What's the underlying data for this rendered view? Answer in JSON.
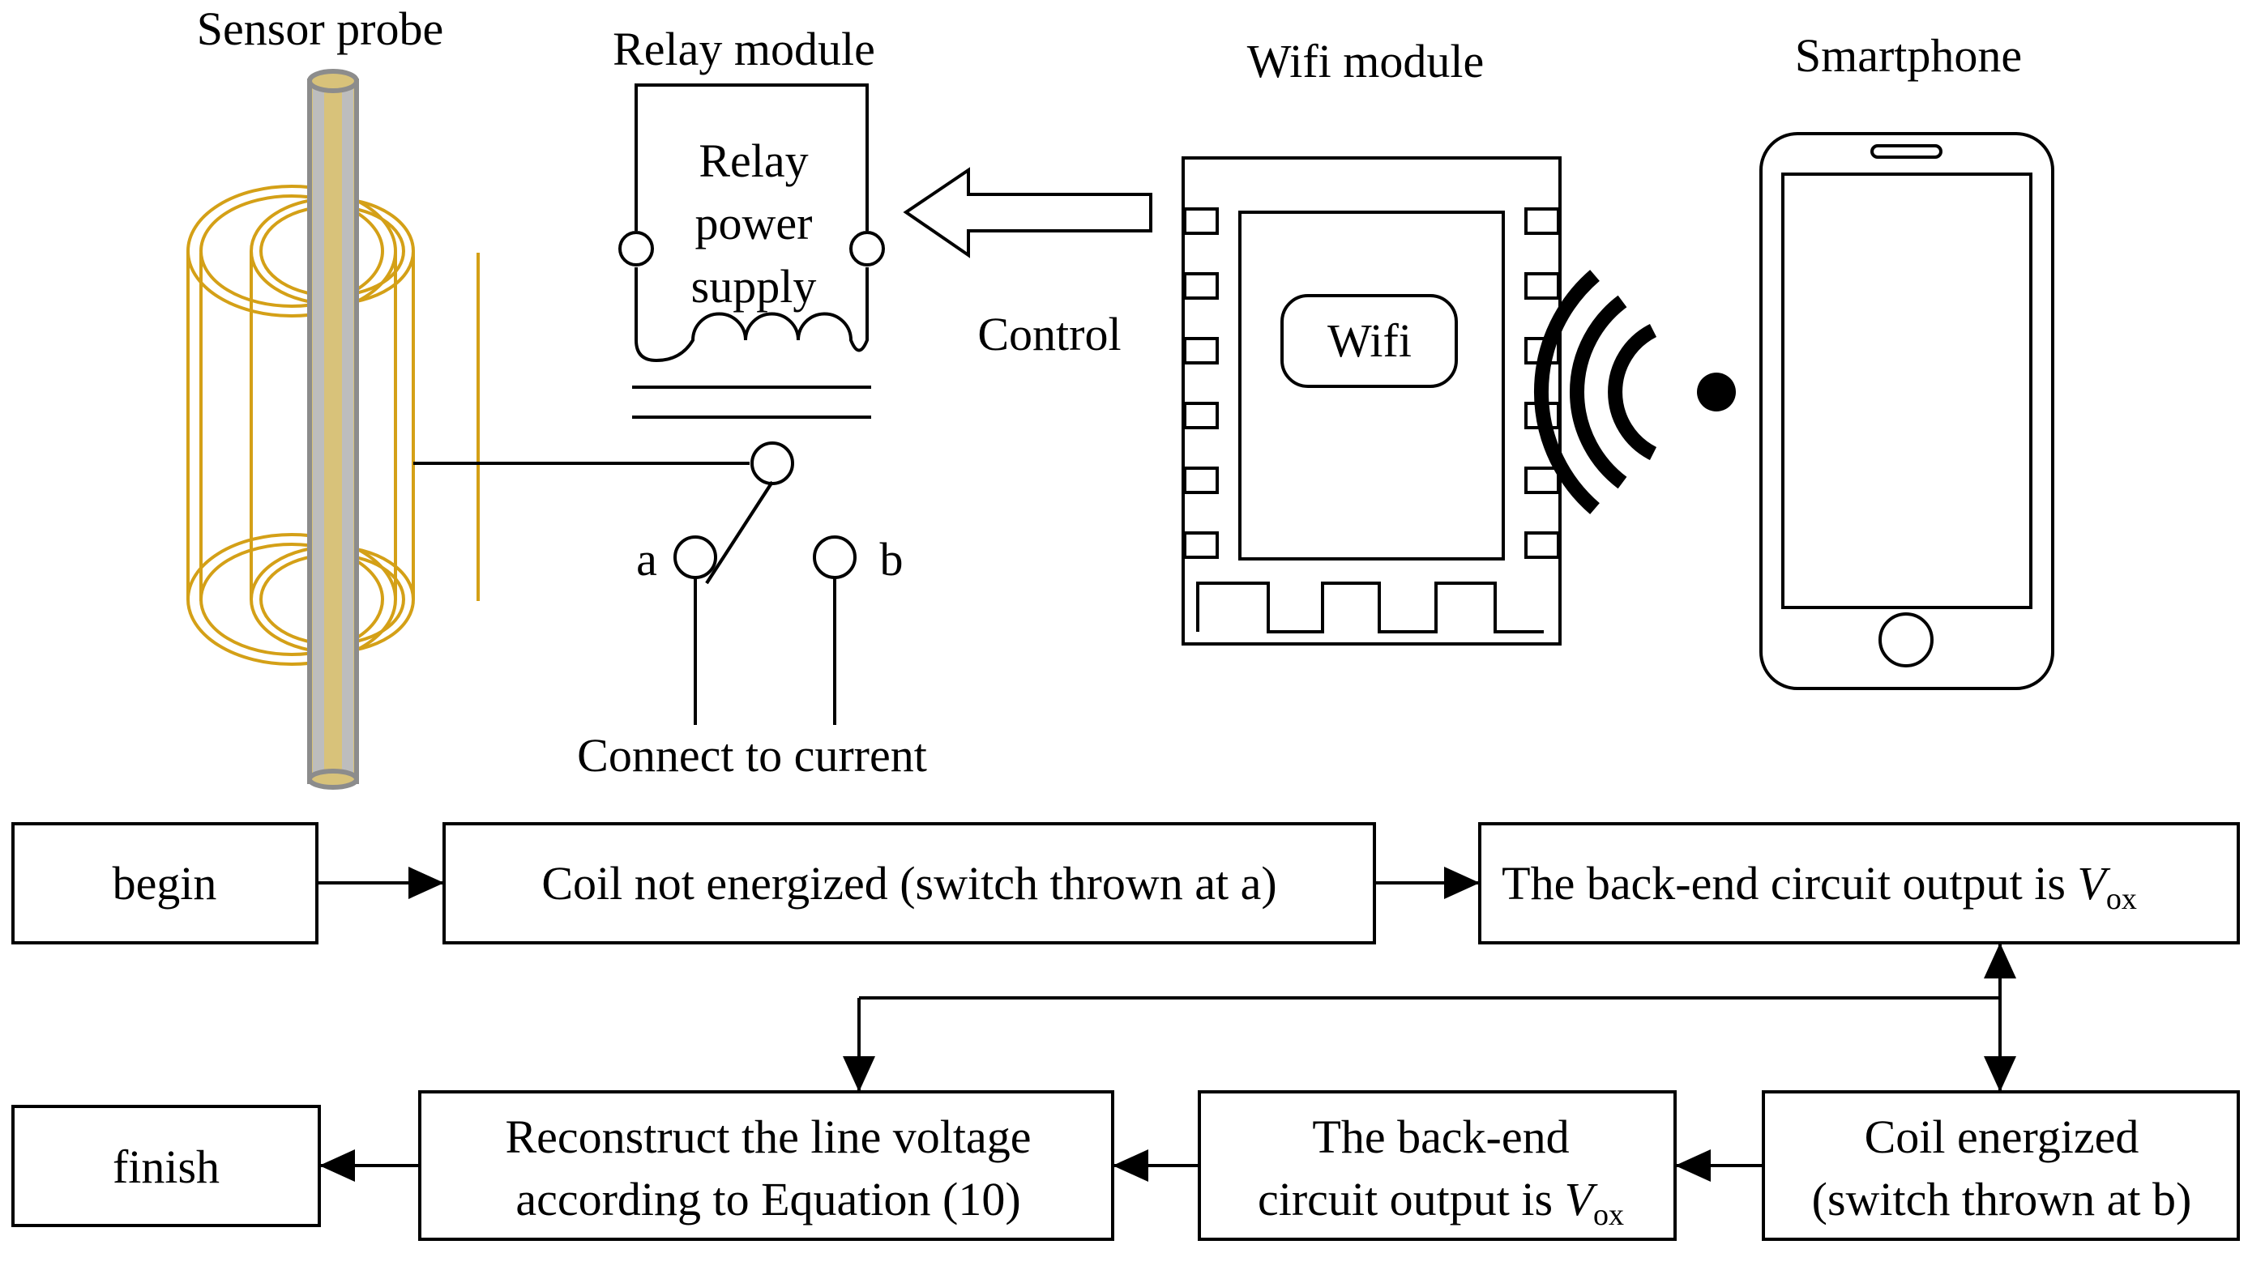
{
  "labels": {
    "sensor_probe": "Sensor probe",
    "relay_module": "Relay module",
    "wifi_module": "Wifi module",
    "smartphone": "Smartphone",
    "relay_line1": "Relay",
    "relay_line2": "power",
    "relay_line3": "supply",
    "control": "Control",
    "wifi_chip": "Wifi",
    "switch_a": "a",
    "switch_b": "b",
    "connect_current": "Connect to current"
  },
  "flow": {
    "begin": "begin",
    "coil_not_energized": "Coil not energized (switch thrown at a)",
    "backend_output_1": "The back-end circuit output is ",
    "vox_symbol": "V",
    "vox_sub": "ox",
    "coil_energized_line1": "Coil energized",
    "coil_energized_line2": "(switch thrown at b)",
    "backend_output_2_line1": "The back-end",
    "backend_output_2_line2": "circuit output is ",
    "reconstruct_line1": "Reconstruct the line voltage",
    "reconstruct_line2": "according to Equation (10)",
    "finish": "finish"
  },
  "colors": {
    "line": "#000000",
    "coil": "#D4A017",
    "probe_fill": "#D8C27A",
    "probe_edge": "#8C8C8C"
  }
}
